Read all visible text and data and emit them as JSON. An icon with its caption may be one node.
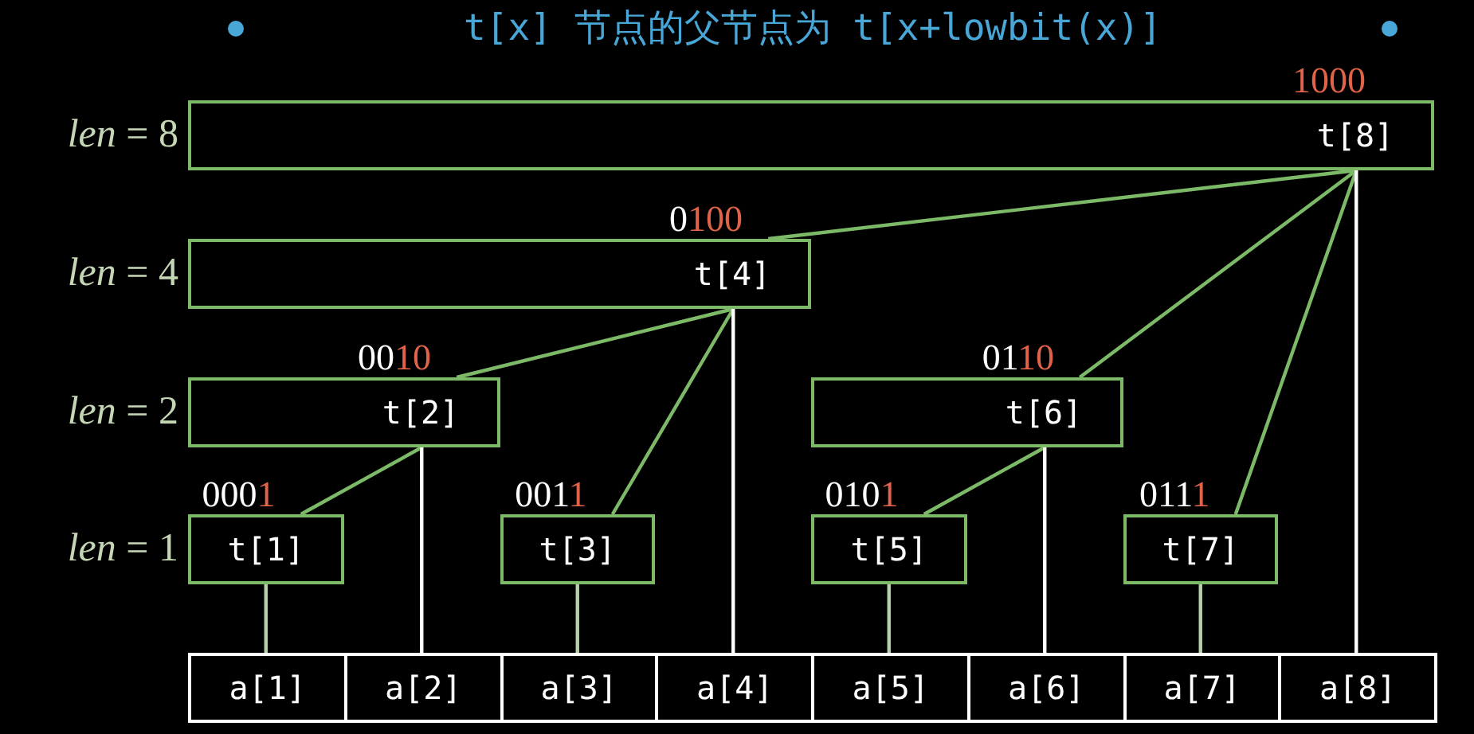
{
  "diagram": {
    "title": "t[x] 节点的父节点为 t[x+lowbit(x)]",
    "nodes": [
      {
        "text": [
          "t[8]"
        ],
        "beside": [
          "1000"
        ]
      },
      {
        "text": [
          "t[4]"
        ],
        "beside": [
          "0100"
        ]
      },
      {
        "text": [
          "t[2]"
        ],
        "beside": [
          "0010"
        ]
      },
      {
        "text": [
          "t[6]"
        ],
        "beside": [
          "0110"
        ]
      },
      {
        "text": [
          "t[1]"
        ],
        "beside": [
          "0001"
        ]
      },
      {
        "text": [
          "t[3]"
        ],
        "beside": [
          "0011"
        ]
      },
      {
        "text": [
          "t[5]"
        ],
        "beside": [
          "0101"
        ]
      },
      {
        "text": [
          "t[7]"
        ],
        "beside": [
          "0111"
        ]
      },
      {
        "text": [
          "a[1]"
        ]
      },
      {
        "text": [
          "a[2]"
        ]
      },
      {
        "text": [
          "a[3]"
        ]
      },
      {
        "text": [
          "a[4]"
        ]
      },
      {
        "text": [
          "a[5]"
        ]
      },
      {
        "text": [
          "a[6]"
        ]
      },
      {
        "text": [
          "a[7]"
        ]
      },
      {
        "text": [
          "a[8]"
        ]
      }
    ],
    "edges": [
      {
        "from": 4,
        "to": 2,
        "arrow": "none",
        "color": "#7dba68"
      },
      {
        "from": 5,
        "to": 1,
        "arrow": "none",
        "color": "#7dba68"
      },
      {
        "from": 2,
        "to": 1,
        "arrow": "none",
        "color": "#7dba68"
      },
      {
        "from": 6,
        "to": 3,
        "arrow": "none",
        "color": "#7dba68"
      },
      {
        "from": 3,
        "to": 0,
        "arrow": "none",
        "color": "#7dba68"
      },
      {
        "from": 7,
        "to": 0,
        "arrow": "none",
        "color": "#7dba68"
      },
      {
        "from": 1,
        "to": 0,
        "arrow": "none",
        "color": "#7dba68"
      },
      {
        "from": 8,
        "to": 4,
        "arrow": "none",
        "color": "#b7cfaa"
      },
      {
        "from": 9,
        "to": 2,
        "arrow": "none",
        "color": "#ffffff"
      },
      {
        "from": 10,
        "to": 5,
        "arrow": "none",
        "color": "#b7cfaa"
      },
      {
        "from": 11,
        "to": 1,
        "arrow": "none",
        "color": "#ffffff"
      },
      {
        "from": 12,
        "to": 6,
        "arrow": "none",
        "color": "#b7cfaa"
      },
      {
        "from": 13,
        "to": 3,
        "arrow": "none",
        "color": "#ffffff"
      },
      {
        "from": 14,
        "to": 7,
        "arrow": "none",
        "color": "#b7cfaa"
      },
      {
        "from": 15,
        "to": 0,
        "arrow": "none",
        "color": "#ffffff"
      }
    ],
    "labels": [
      "*len* = 8",
      "*len* = 4",
      "*len* = 2",
      "*len* = 1"
    ]
  }
}
